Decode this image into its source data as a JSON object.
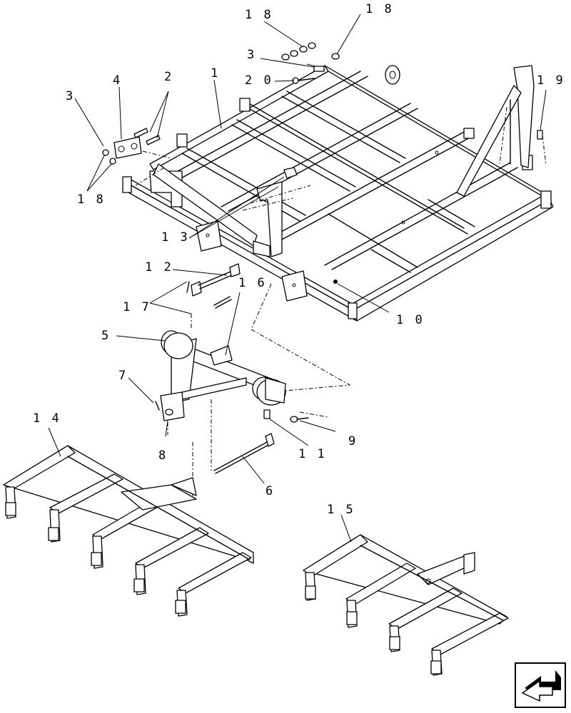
{
  "diagram": {
    "callouts": [
      {
        "id": "c1",
        "text": "1"
      },
      {
        "id": "c2",
        "text": "2"
      },
      {
        "id": "c3a",
        "text": "3"
      },
      {
        "id": "c3b",
        "text": "3"
      },
      {
        "id": "c4",
        "text": "4"
      },
      {
        "id": "c5",
        "text": "5"
      },
      {
        "id": "c6",
        "text": "6"
      },
      {
        "id": "c7",
        "text": "7"
      },
      {
        "id": "c8",
        "text": "8"
      },
      {
        "id": "c9",
        "text": "9"
      },
      {
        "id": "c10",
        "text": "1 0"
      },
      {
        "id": "c11",
        "text": "1 1"
      },
      {
        "id": "c12",
        "text": "1 2"
      },
      {
        "id": "c13",
        "text": "1 3"
      },
      {
        "id": "c14",
        "text": "1 4"
      },
      {
        "id": "c15",
        "text": "1 5"
      },
      {
        "id": "c16",
        "text": "1 6"
      },
      {
        "id": "c17",
        "text": "1 7"
      },
      {
        "id": "c18a",
        "text": "1 8"
      },
      {
        "id": "c18b",
        "text": "1 8"
      },
      {
        "id": "c18c",
        "text": "1 8"
      },
      {
        "id": "c19",
        "text": "1 9"
      },
      {
        "id": "c20",
        "text": "2 0"
      }
    ]
  },
  "nav_icon": "next-page-arrow-icon"
}
